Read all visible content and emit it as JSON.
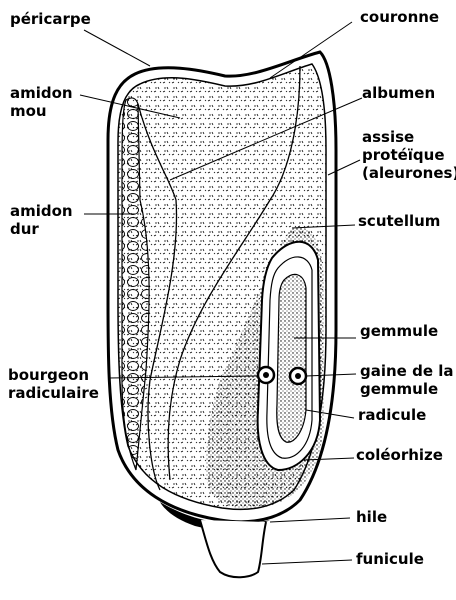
{
  "labels": {
    "pericarpe": "péricarpe",
    "couronne": "couronne",
    "amidon_mou": "amidon\nmou",
    "albumen": "albumen",
    "assise_proteique": "assise\nprotéïque\n(aleurones)",
    "amidon_dur": "amidon\ndur",
    "scutellum": "scutellum",
    "gemmule": "gemmule",
    "bourgeon_radiculaire": "bourgeon\nradiculaire",
    "gaine_gemmule": "gaine de la\ngemmule",
    "radicule": "radicule",
    "coleorhize": "coléorhize",
    "hile": "hile",
    "funicule": "funicule"
  }
}
